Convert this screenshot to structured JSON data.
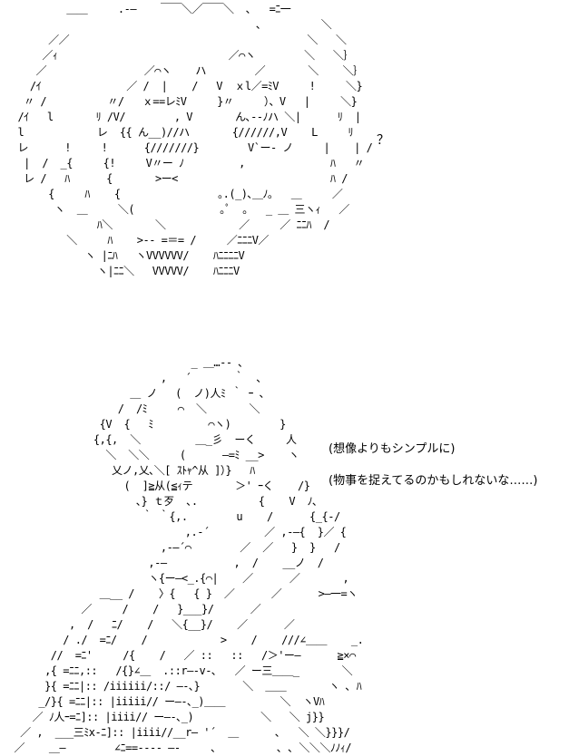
{
  "top_art": {
    "text": "          ＿＿     .-―    ￣￣＼／￣￣＼  ､   =ﾆ一\n                                         、         ＼\n       ／／                                       ＼   ＼\n      ／ｨ                            ／⌒ヽ        ＼   ＼｝\n     ／                ／⌒ヽ    ハ        ／       ＼    ＼｝\n    /ｲ              ／ /  |    /   V  ｘl／=ﾐV     !     ＼}\n   〃 /          〃/   ｘ==レﾐV     }〃     ）、V   |     ＼}\n  /ｲ   l       ﾘ /V/        , V       ん､--ﾉハ ＼|      ﾘ  |\n  l            レ  {{ ん__)//ハ       {//////,V    L     ﾘ\n  レ      !     !      {///////}        V`ー- ノ     |    | /\n   |  /  _{     {!     V〃ー ﾉ         ,              ﾊ   〃\n   レ /   ﾊ      {       >ー<                         ﾊ /\n       {     ﾊ    {                ｡.(_)､＿ﾉ｡   ＿     ／\n        ヽ  ＿     ＼(              ｡ﾟ  ｡   _ ＿ 三ヽｨ   ／\n               ﾊ＼       ＼            ／     ／ ﾆﾆﾊ  /\n          ＼     ﾊ    >-- =＝= /     ／ﾆﾆﾆV／\n             ヽ |ﾆﾊ   ヽVVVVVV/    ﾊﾆﾆﾆﾆV\n               ヽ|ﾆﾆ＼   VVVVV/    ﾊﾆﾆﾆV"
  },
  "bottom_art": {
    "text": "                               _ ＿…-- ､\n                          ,   ´       ｀  ､\n                     ＿ ノ   (  ノ)人ﾐ ｀ ｰ ､\n                   /  /ﾐ     ⌒  ＼       ＼\n                {V  {   ﾐ         ⌒ヽ)        }\n               {,{,  ＼         ＿_彡  ーく     人\n                 ＼  ＼＼     (      ―=ﾐ __>    ヽ\n                  乂ノ,乂､＼[ ｽﾄｬ^从 ]）}   ﾊ\n                    (  ]≧从(≦ｨテ       ＞' ｰく    /}\n                      ､} ｔ歹  ､.          {    V  ﾉ､\n                       ｀ ｀{,.        u    /      {_{-/\n                              ,.-´         ／ ,-―{  }／ {\n                          ,-―´⌒        ／  ／   }  }   /\n                        ,-―           ,  /    __ノ  /\n                        ヽ{ー―<_.{⌒|    ／      ／       ,\n                ＿__ /    〉{   { }  ／      ／      >―一=ヽ\n             ／     /    /   }___}/      ／\n           ,  /   ﾆ/    /   ＼{__}/    ／      ／\n          / ./  =ﾆ/    /            >    /    ///∠＿＿    _.\n        //  =ﾆ'     /{    /   ／ ::   ::   /＞'ー―      ≧×⌒\n       ,{ =ﾆﾆ,::   /{}∠＿  .::r―‐v-､   ／ ー三＿＿_       ＼\n       }{ =ﾆﾆ|:: /iiiiii/::/ ―-､}       ＼  ＿＿       ヽ ､ ﾊ\n      _/}{ =ﾆﾆ|:: |iiiii// ー―-､_)＿＿         ＼  ヽVﾊ\n     ／ ﾉ人ｰ=ﾆ]:: |iiii// ー―-､_)           ＼   ＼ j}}\n   ／ ,  ___三ﾐx-ﾆ]:: |iiii//__r― '´  ＿      ､   ＼ ＼}}}/\n  ／    ＿―        ∠ﾆ==---- ―-     ､          ､ ､ ＼＼＼ﾉﾉｨ/"
  },
  "question_mark": "？",
  "speech": {
    "line_1": "(想像よりもシンプルに)",
    "line_2": "(物事を捉えてるのかもしれないな……)"
  }
}
